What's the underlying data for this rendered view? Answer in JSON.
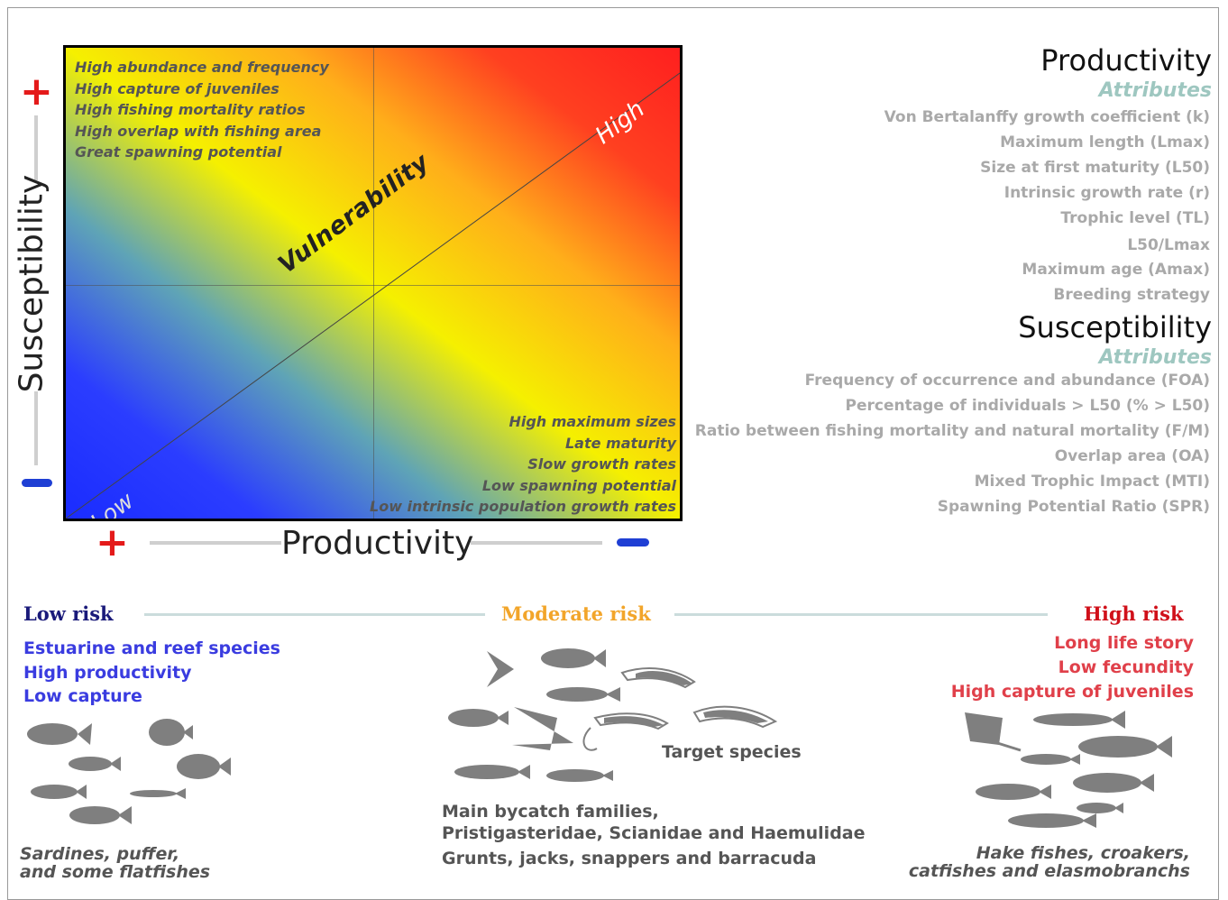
{
  "chart": {
    "top_left_items": [
      "High abundance and frequency",
      "High capture of juveniles",
      "High fishing mortality ratios",
      "High overlap with fishing area",
      "Great spawning potential"
    ],
    "bottom_right_items": [
      "High maximum sizes",
      "Late maturity",
      "Slow growth rates",
      "Low spawning potential",
      "Low intrinsic population growth rates"
    ],
    "diagonal_label": "Vulnerability",
    "high_label": "High",
    "low_label": "Low",
    "y_axis_label": "Susceptibility",
    "x_axis_label": "Productivity",
    "plus_sign": "+",
    "colors": {
      "high": "#ff1f1f",
      "mid": "#f5f000",
      "low": "#1a2cff"
    }
  },
  "productivity_panel": {
    "title": "Productivity",
    "subtitle": "Attributes",
    "items": [
      "Von Bertalanffy growth coefficient (k)",
      "Maximum length (Lmax)",
      "Size at first maturity (L50)",
      "Intrinsic growth rate (r)",
      "Trophic level (TL)",
      "L50/Lmax",
      "Maximum age (Amax)",
      "Breeding strategy"
    ]
  },
  "susceptibility_panel": {
    "title": "Susceptibility",
    "subtitle": "Attributes",
    "items": [
      "Frequency of occurrence and abundance (FOA)",
      "Percentage of individuals > L50 (% > L50)",
      "Ratio between fishing mortality and natural mortality (F/M)",
      "Overlap area (OA)",
      "Mixed Trophic Impact (MTI)",
      "Spawning Potential Ratio (SPR)"
    ]
  },
  "risk": {
    "low": {
      "label": "Low risk",
      "color": "#1a1a7a",
      "traits": [
        "Estuarine and reef species",
        "High productivity",
        "Low capture"
      ],
      "examples_line1": "Sardines, puffer,",
      "examples_line2": "and some flatfishes"
    },
    "moderate": {
      "label": "Moderate risk",
      "color": "#f2a52a",
      "target": "Target species",
      "bycatch_line1": "Main bycatch families,",
      "bycatch_line2": "Pristigasteridae, Scianidae and Haemulidae",
      "bycatch_line3": "Grunts, jacks, snappers and barracuda"
    },
    "high": {
      "label": "High risk",
      "color": "#d0101a",
      "traits": [
        "Long life story",
        "Low fecundity",
        "High capture of juveniles"
      ],
      "examples_line1": "Hake fishes, croakers,",
      "examples_line2": "catfishes and elasmobranchs"
    }
  }
}
